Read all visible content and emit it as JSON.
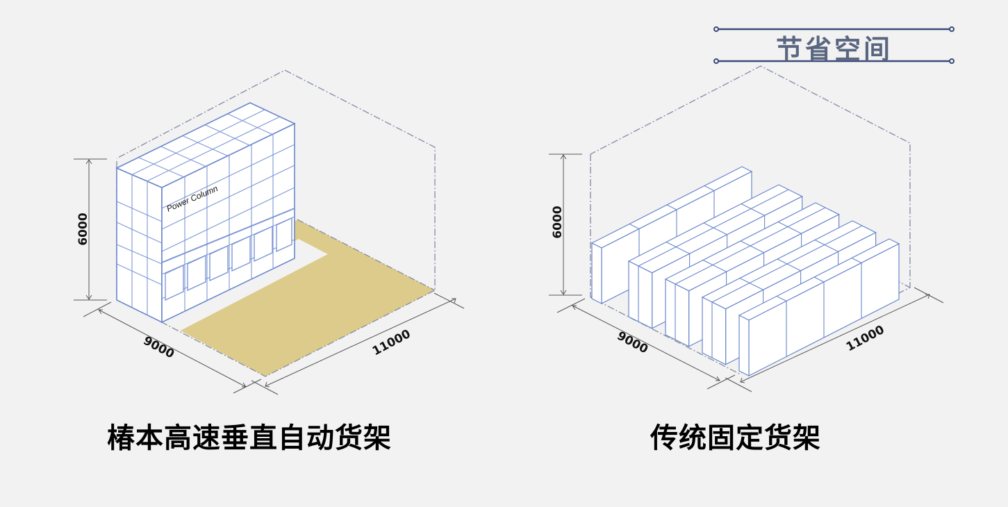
{
  "banner": {
    "title": "节省空间",
    "line_color": "#3a4a78",
    "text_color": "#5a6680"
  },
  "colors": {
    "rack_line": "#6a86cc",
    "floor_fill": "#dccb8a",
    "room_outline": "#8a92a8",
    "dimension_line": "#555555",
    "background": "#f2f2f2"
  },
  "left_figure": {
    "caption": "椿本高速垂直自动货架",
    "product_label": "Power Column",
    "dimensions": {
      "height": "6000",
      "width": "9000",
      "length": "11000"
    }
  },
  "right_figure": {
    "caption": "传统固定货架",
    "rack_rows": 5,
    "dimensions": {
      "height": "6000",
      "width": "9000",
      "length": "11000"
    }
  }
}
